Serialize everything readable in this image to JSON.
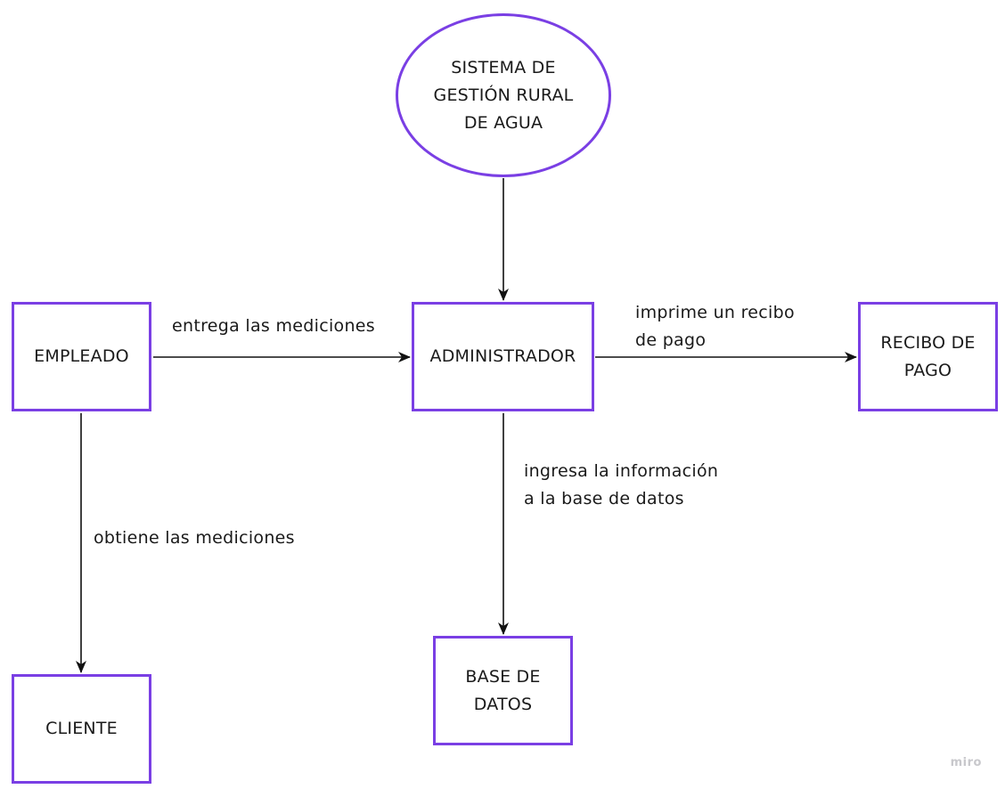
{
  "nodes": {
    "sistema": "SISTEMA DE\nGESTIÓN RURAL\nDE AGUA",
    "empleado": "EMPLEADO",
    "administrador": "ADMINISTRADOR",
    "recibo": "RECIBO DE\nPAGO",
    "cliente": "CLIENTE",
    "base_datos": "BASE DE\nDATOS"
  },
  "edges": {
    "empleado_to_admin": "entrega las mediciones",
    "admin_to_recibo": "imprime un recibo\nde pago",
    "admin_to_base": "ingresa la información\na la base de datos",
    "empleado_to_cliente": "obtiene las mediciones"
  },
  "watermark": "miro",
  "colors": {
    "node_border": "#7a3fe4",
    "edge": "#111111"
  }
}
